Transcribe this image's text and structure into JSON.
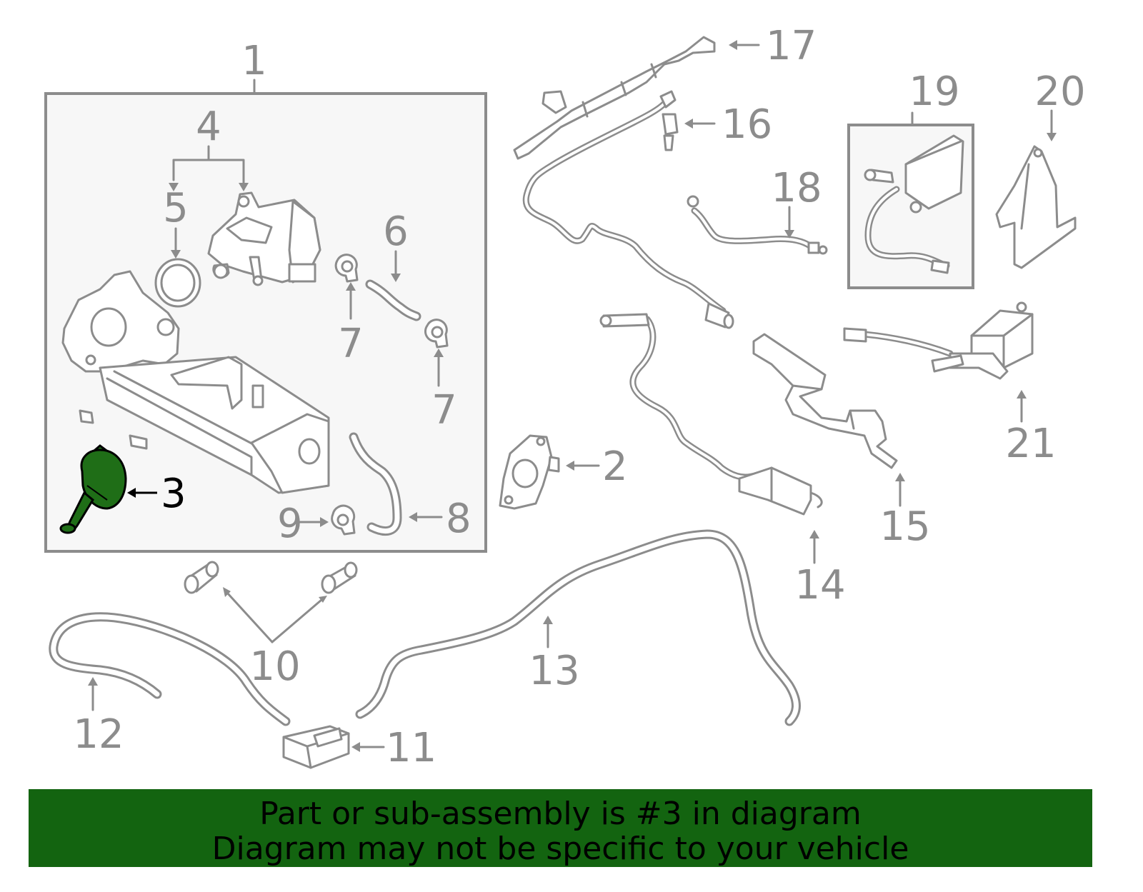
{
  "callouts": {
    "c1": "1",
    "c2": "2",
    "c3": "3",
    "c4": "4",
    "c5": "5",
    "c6": "6",
    "c7a": "7",
    "c7b": "7",
    "c8": "8",
    "c9": "9",
    "c10": "10",
    "c11": "11",
    "c12": "12",
    "c13": "13",
    "c14": "14",
    "c15": "15",
    "c16": "16",
    "c17": "17",
    "c18": "18",
    "c19": "19",
    "c20": "20",
    "c21": "21"
  },
  "highlighted_part": "3",
  "colors": {
    "line": "#8c8c8c",
    "highlight_fill": "#1f6e17",
    "banner_bg": "#136410",
    "banner_text": "#000000"
  },
  "banner": {
    "line1": "Part or sub-assembly is #3 in diagram",
    "line2": "Diagram may not be specific to your vehicle"
  }
}
